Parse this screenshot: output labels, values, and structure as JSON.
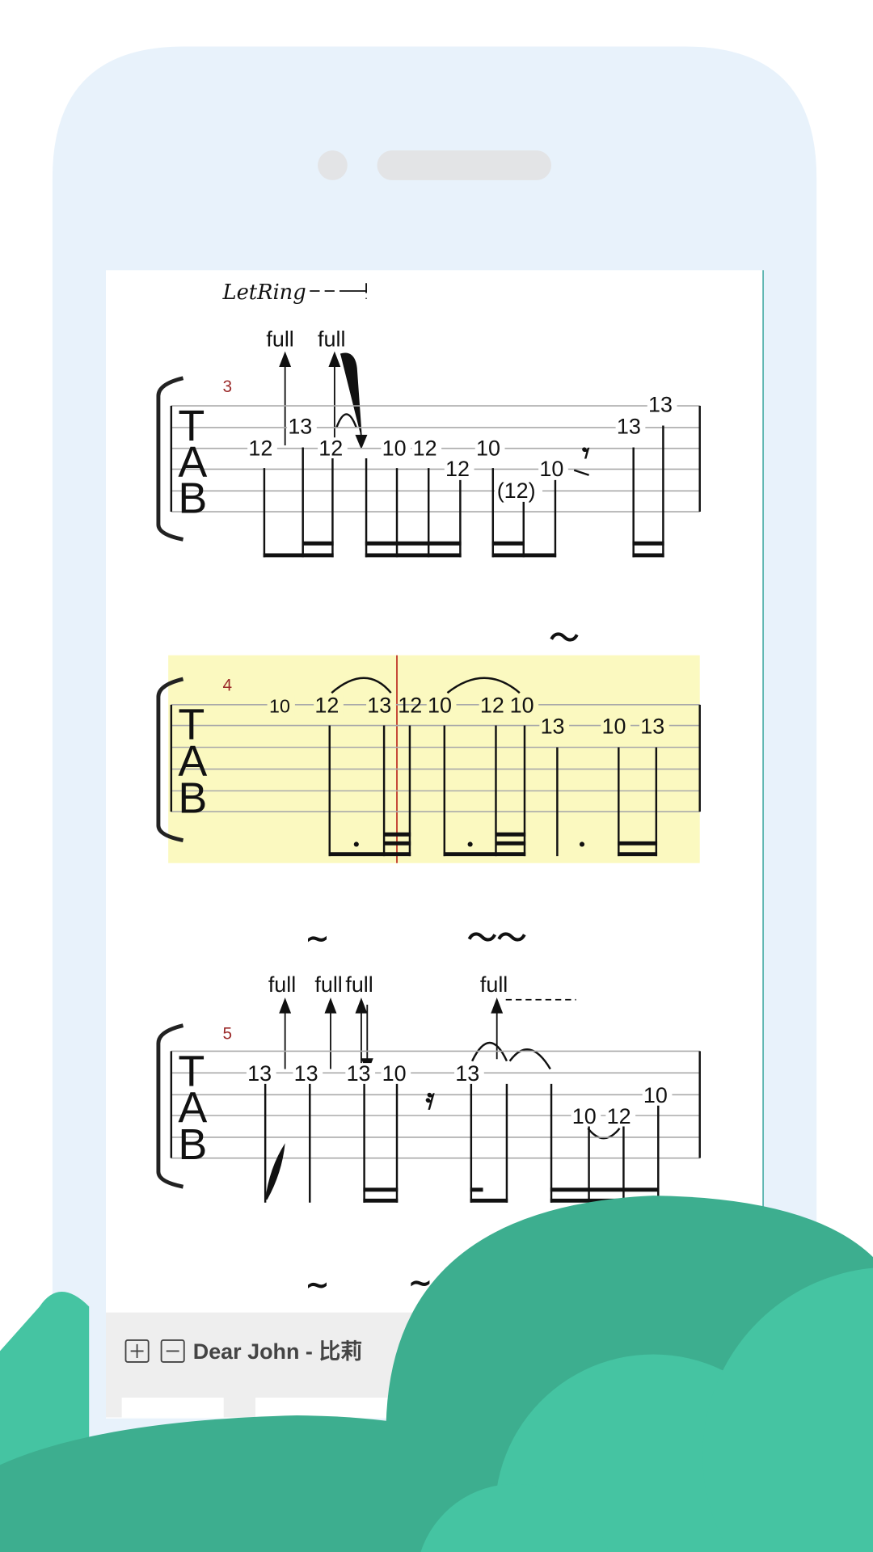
{
  "app": {
    "song_title": "Dear John - 比莉",
    "zoom_in_icon": "plus-box-icon",
    "zoom_out_icon": "minus-box-icon"
  },
  "score": {
    "let_ring": "LetRing",
    "tab_clef": [
      "T",
      "A",
      "B"
    ],
    "measures": [
      {
        "number": "3",
        "bends": [
          "full",
          "full"
        ],
        "frets": [
          "12",
          "13",
          "12",
          "10",
          "12",
          "12",
          "10",
          "(12)",
          "10",
          "13",
          "13"
        ]
      },
      {
        "number": "4",
        "highlighted": true,
        "frets": [
          "10",
          "12",
          "13",
          "12",
          "10",
          "12",
          "10",
          "13",
          "10",
          "13"
        ]
      },
      {
        "number": "5",
        "bends": [
          "full",
          "full",
          "full",
          "full"
        ],
        "frets": [
          "13",
          "13",
          "13",
          "10",
          "13",
          "10",
          "12",
          "10"
        ]
      }
    ]
  },
  "colors": {
    "phone": "#e8f2fb",
    "highlight": "#fbf9c0",
    "green_dark": "#3dae8f",
    "green_light": "#45c4a2",
    "playhead": "#c0392b"
  }
}
